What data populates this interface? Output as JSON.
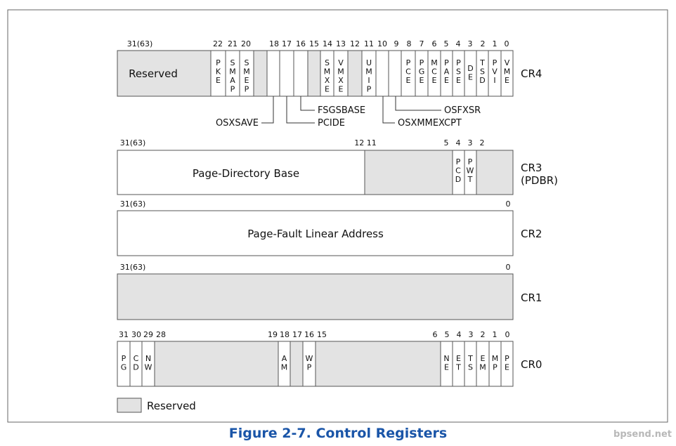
{
  "caption": "Figure 2-7.  Control Registers",
  "watermark": "bpsend.net",
  "legend": {
    "label": "Reserved"
  },
  "colors": {
    "reserved": "#e3e3e3",
    "border": "#555555",
    "text": "#111111",
    "caption": "#1a55a8"
  },
  "registers": {
    "cr4": {
      "name": [
        "CR4"
      ],
      "bit_numbers": [
        "31(63)",
        "22",
        "21",
        "20",
        "18",
        "17",
        "16",
        "15",
        "14",
        "13",
        "12",
        "11",
        "10",
        "9",
        "8",
        "7",
        "6",
        "5",
        "4",
        "3",
        "2",
        "1",
        "0"
      ],
      "reserved_label": "Reserved",
      "fields": [
        "PKE",
        "SMAP",
        "SMEP",
        "SMXE",
        "VMXE",
        "UMIP",
        "PCE",
        "PGE",
        "MCE",
        "PAE",
        "PSE",
        "DE",
        "TSD",
        "PVI",
        "VME"
      ],
      "callouts": [
        "OSXSAVE",
        "PCIDE",
        "FSGSBASE",
        "OSXMMEXCPT",
        "OSFXSR"
      ]
    },
    "cr3": {
      "name": [
        "CR3",
        "(PDBR)"
      ],
      "bit_numbers": [
        "31(63)",
        "12 11",
        "5",
        "4",
        "3",
        "2"
      ],
      "base_label": "Page-Directory Base",
      "fields": [
        "PCD",
        "PWT"
      ]
    },
    "cr2": {
      "name": [
        "CR2"
      ],
      "bit_numbers": [
        "31(63)",
        "0"
      ],
      "label": "Page-Fault Linear Address"
    },
    "cr1": {
      "name": [
        "CR1"
      ],
      "bit_numbers": [
        "31(63)",
        "0"
      ]
    },
    "cr0": {
      "name": [
        "CR0"
      ],
      "bit_numbers": [
        "31",
        "30",
        "29",
        "28",
        "19",
        "18",
        "17",
        "16",
        "15",
        "6",
        "5",
        "4",
        "3",
        "2",
        "1",
        "0"
      ],
      "fields": [
        "PG",
        "CD",
        "NW",
        "AM",
        "WP",
        "NE",
        "ET",
        "TS",
        "EM",
        "MP",
        "PE"
      ]
    }
  }
}
